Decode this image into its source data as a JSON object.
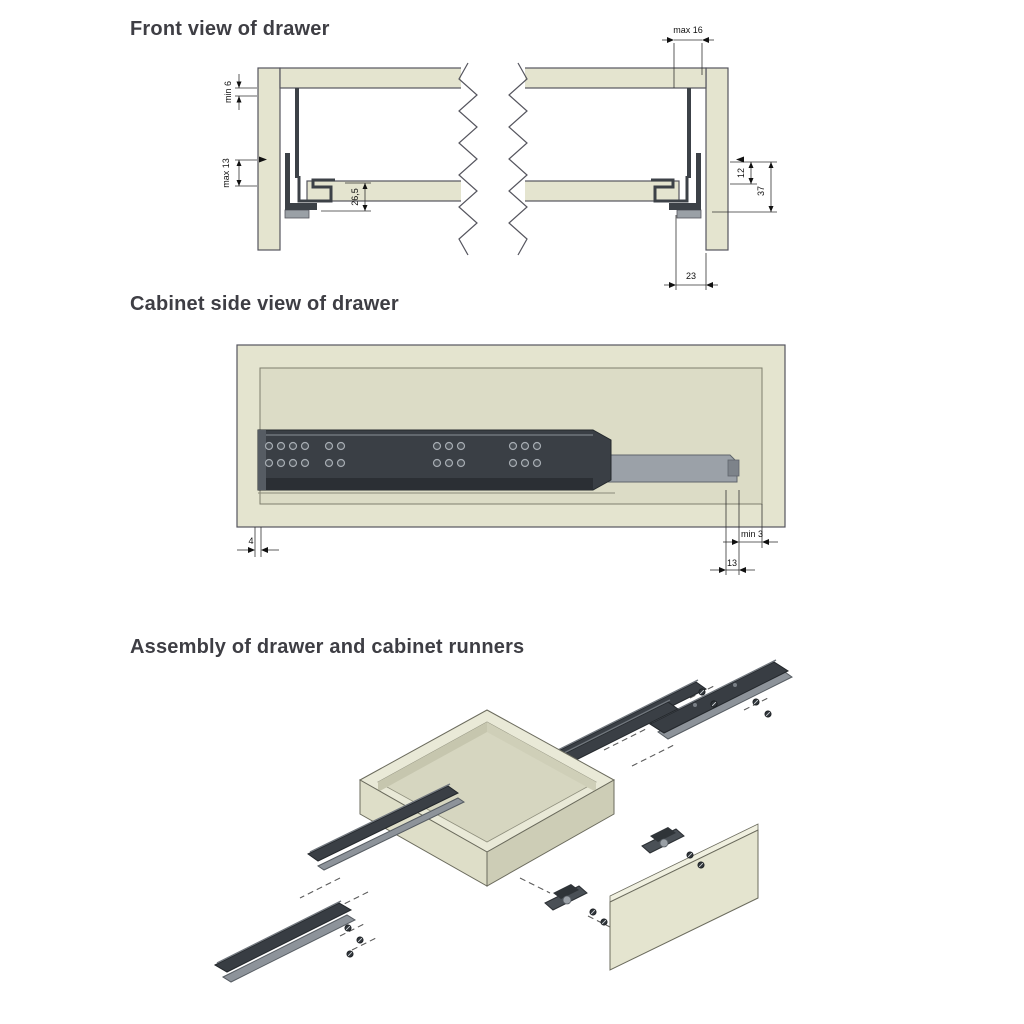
{
  "front_view": {
    "title": "Front view of drawer",
    "dims": {
      "min6": "min 6",
      "max13": "max 13",
      "runner_height": "26,5",
      "max16": "max 16",
      "d12": "12",
      "d37": "37",
      "d23": "23"
    }
  },
  "side_view": {
    "title": "Cabinet side view of drawer",
    "dims": {
      "d4": "4",
      "min3": "min 3",
      "d13": "13"
    }
  },
  "assembly": {
    "title": "Assembly of drawer and cabinet runners"
  },
  "colors": {
    "wood": "#e4e4cf",
    "wood_shadow": "#cdcdb6",
    "runner_dark": "#3a3f45",
    "runner_gray": "#9ba1a8",
    "outline": "#55555e",
    "dimension_line": "#333333",
    "title_text": "#3e3e44",
    "background": "#ffffff"
  }
}
